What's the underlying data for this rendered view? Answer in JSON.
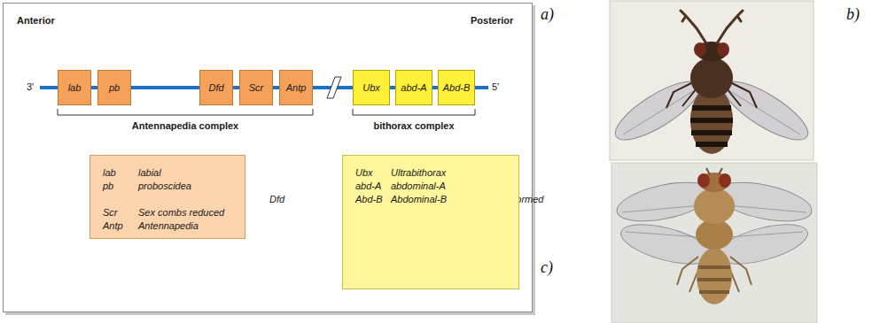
{
  "diagram": {
    "nodes": [
      {
        "text": [
          "Anterior",
          "Posterior",
          "3'",
          "5'",
          "Antennapedia complex",
          "bithorax complex"
        ]
      },
      {
        "text": [
          "lab"
        ],
        "in": 0
      },
      {
        "text": [
          "pb"
        ],
        "in": 0
      },
      {
        "text": [
          "Dfd"
        ],
        "in": 0
      },
      {
        "text": [
          "Scr"
        ],
        "in": 0
      },
      {
        "text": [
          "Antp"
        ],
        "in": 0
      },
      {
        "text": [
          "Ubx"
        ],
        "in": 0
      },
      {
        "text": [
          "abd-A"
        ],
        "in": 0
      },
      {
        "text": [
          "Abd-B"
        ],
        "in": 0
      },
      {
        "text": [
          "lab",
          "labial",
          "pb",
          "proboscidea",
          "Dfd",
          "deformed",
          "Scr",
          "Sex combs reduced",
          "Antp",
          "Antennapedia"
        ],
        "in": 0
      },
      {
        "text": [
          "Ubx",
          "Ultrabithorax",
          "abd-A",
          "abdominal-A",
          "Abd-B",
          "Abdominal-B"
        ],
        "in": 0
      }
    ],
    "labels": [
      "a)",
      "b)",
      "c)"
    ]
  }
}
